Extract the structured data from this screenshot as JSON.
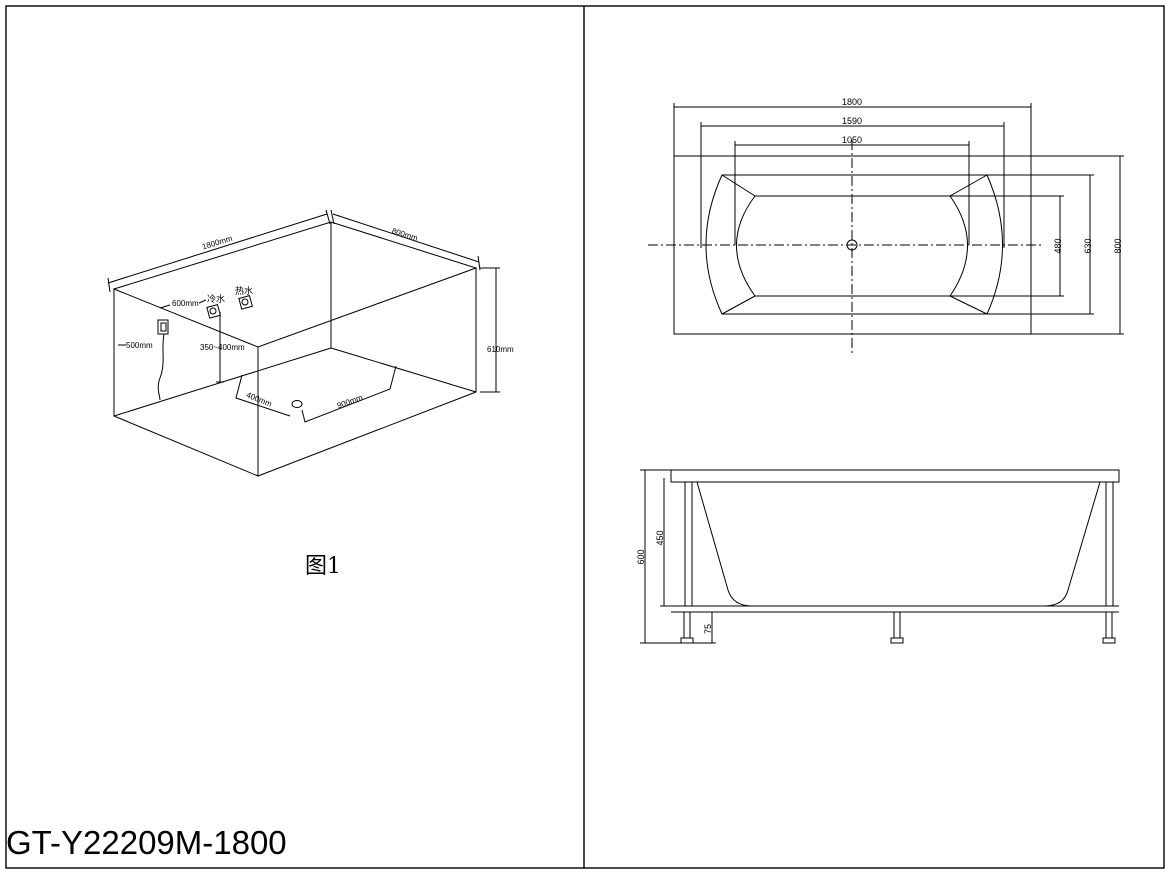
{
  "model_code": "GT-Y22209M-1800",
  "figure_caption": "图1",
  "iso_view": {
    "length_label": "1800mm",
    "width_label": "800mm",
    "height_label": "610mm",
    "side_offset_label": "500mm",
    "valve_offset_label": "600mm",
    "valve_height_label": "350~400mm",
    "drain_offset_label": "400mm",
    "drain_length_label": "900mm",
    "cold_water_label": "冷水",
    "hot_water_label": "热水"
  },
  "top_view": {
    "overall_length": "1800",
    "inner_length": "1590",
    "bottom_length": "1050",
    "bottom_width": "480",
    "inner_width": "630",
    "overall_width": "800"
  },
  "side_view": {
    "total_height": "600",
    "tub_depth": "450",
    "leg_height": "75"
  }
}
